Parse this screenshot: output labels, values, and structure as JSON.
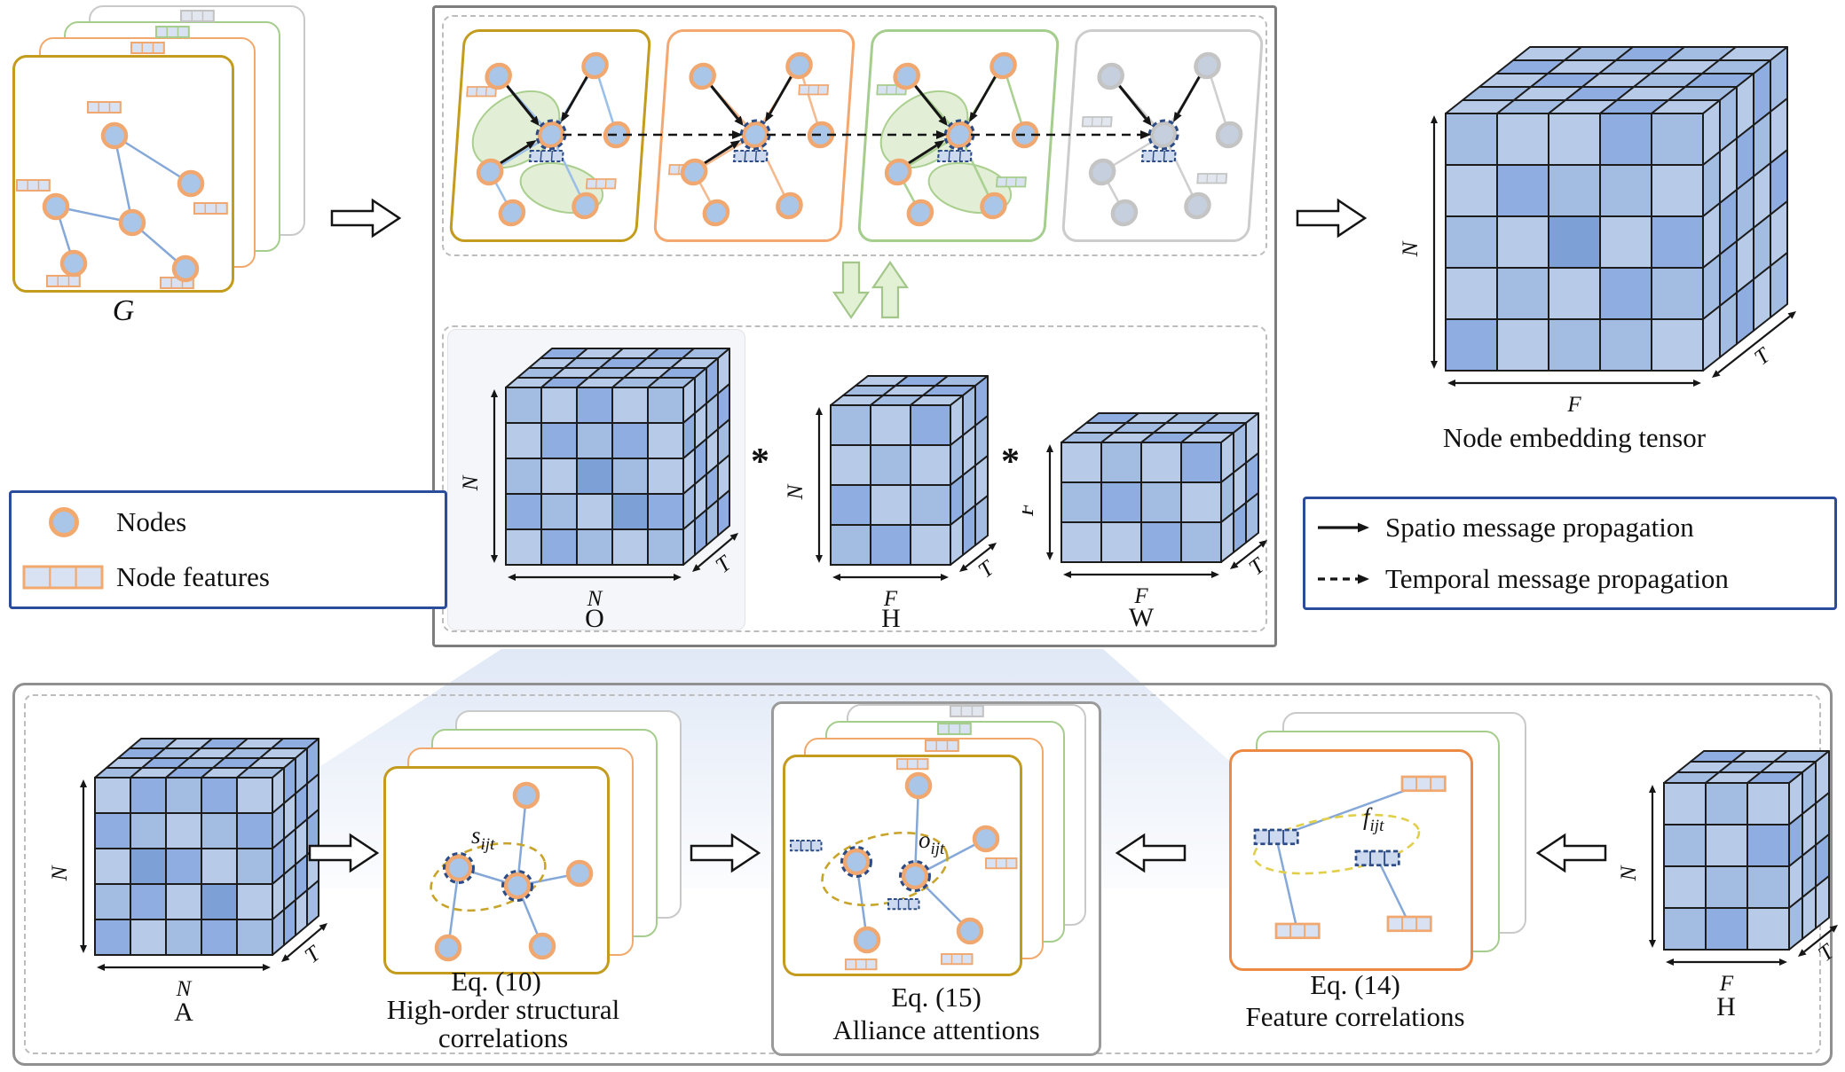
{
  "figure": {
    "graph_label": "G",
    "node_embedding_caption": "Node embedding tensor",
    "operator": "*",
    "eq10": "Eq. (10)",
    "eq14": "Eq. (14)",
    "eq15": "Eq. (15)",
    "caption_high_order_line1": "High-order structural",
    "caption_high_order_line2": "correlations",
    "caption_alliance": "Alliance attentions",
    "caption_feature": "Feature correlations",
    "var_s": {
      "base": "s",
      "sub": "ijt"
    },
    "var_o": {
      "base": "o",
      "sub": "ijt"
    },
    "var_f": {
      "base": "f",
      "sub": "ijt"
    }
  },
  "legend_nodes": {
    "items": [
      {
        "icon": "node-circle-icon",
        "label": "Nodes"
      },
      {
        "icon": "node-features-bar-icon",
        "label": "Node features"
      }
    ]
  },
  "legend_propagation": {
    "items": [
      {
        "icon": "solid-arrow-icon",
        "label": "Spatio message propagation"
      },
      {
        "icon": "dashed-arrow-icon",
        "label": "Temporal message propagation"
      }
    ]
  },
  "colors": {
    "node_fill": "#a9c6e8",
    "node_border": "#f2a96e",
    "edge_blue": "#8fb0dc",
    "panel_gold": "#c39b1d",
    "panel_orange": "#f4a76e",
    "panel_green": "#a5cd8d",
    "panel_gray": "#c9c9c9",
    "legend_border": "#2a4d9b",
    "navy_highlight": "#2d4c86",
    "highlight_green": "#b4d498",
    "funnel_blue": "#c7d6ef"
  },
  "cube_palette": [
    "#b7cbe9",
    "#a3bce2",
    "#8fade0",
    "#7da0d6",
    "#ccd9f1",
    "#6d93cd"
  ],
  "cubes": {
    "O": {
      "caption": "O",
      "axis_left": "N",
      "axis_bottom": "N",
      "axis_depth": "T",
      "front": [
        "10201",
        "02120",
        "10310",
        "21032",
        "02101"
      ],
      "top": [
        "02011",
        "10102",
        "01210",
        "20021"
      ],
      "side": [
        "0120",
        "2012",
        "0201",
        "1020",
        "0212"
      ]
    },
    "Hc": {
      "caption": "H",
      "axis_left": "N",
      "axis_bottom": "F",
      "axis_depth": "T",
      "front": [
        "102",
        "010",
        "201",
        "120"
      ],
      "top": [
        "010",
        "102",
        "021"
      ],
      "side": [
        "012",
        "101",
        "210",
        "021"
      ]
    },
    "W": {
      "caption": "W",
      "axis_left": "F",
      "axis_bottom": "F",
      "axis_depth": "T",
      "front": [
        "0102",
        "1210",
        "0021"
      ],
      "top": [
        "1020",
        "0102",
        "2010"
      ],
      "side": [
        "010",
        "102",
        "021"
      ]
    },
    "E": {
      "caption": "",
      "axis_left": "N",
      "axis_bottom": "F",
      "axis_depth": "T",
      "front": [
        "10021",
        "02110",
        "10302",
        "01021",
        "20110"
      ],
      "top": [
        "01020",
        "10201",
        "02012",
        "20101",
        "01210"
      ],
      "side": [
        "01021",
        "10210",
        "02102",
        "12010",
        "01201"
      ]
    },
    "A": {
      "caption": "A",
      "axis_left": "N",
      "axis_bottom": "N",
      "axis_depth": "T",
      "front": [
        "02120",
        "21012",
        "03201",
        "12030",
        "20121"
      ],
      "top": [
        "10201",
        "02120",
        "21010",
        "10202"
      ],
      "side": [
        "0212",
        "1021",
        "2102",
        "0120",
        "1201"
      ]
    },
    "Hb": {
      "caption": "H",
      "axis_left": "N",
      "axis_bottom": "F",
      "axis_depth": "T",
      "front": [
        "010",
        "102",
        "011",
        "120"
      ],
      "top": [
        "102",
        "010",
        "201"
      ],
      "side": [
        "010",
        "201",
        "012",
        "100"
      ]
    }
  }
}
